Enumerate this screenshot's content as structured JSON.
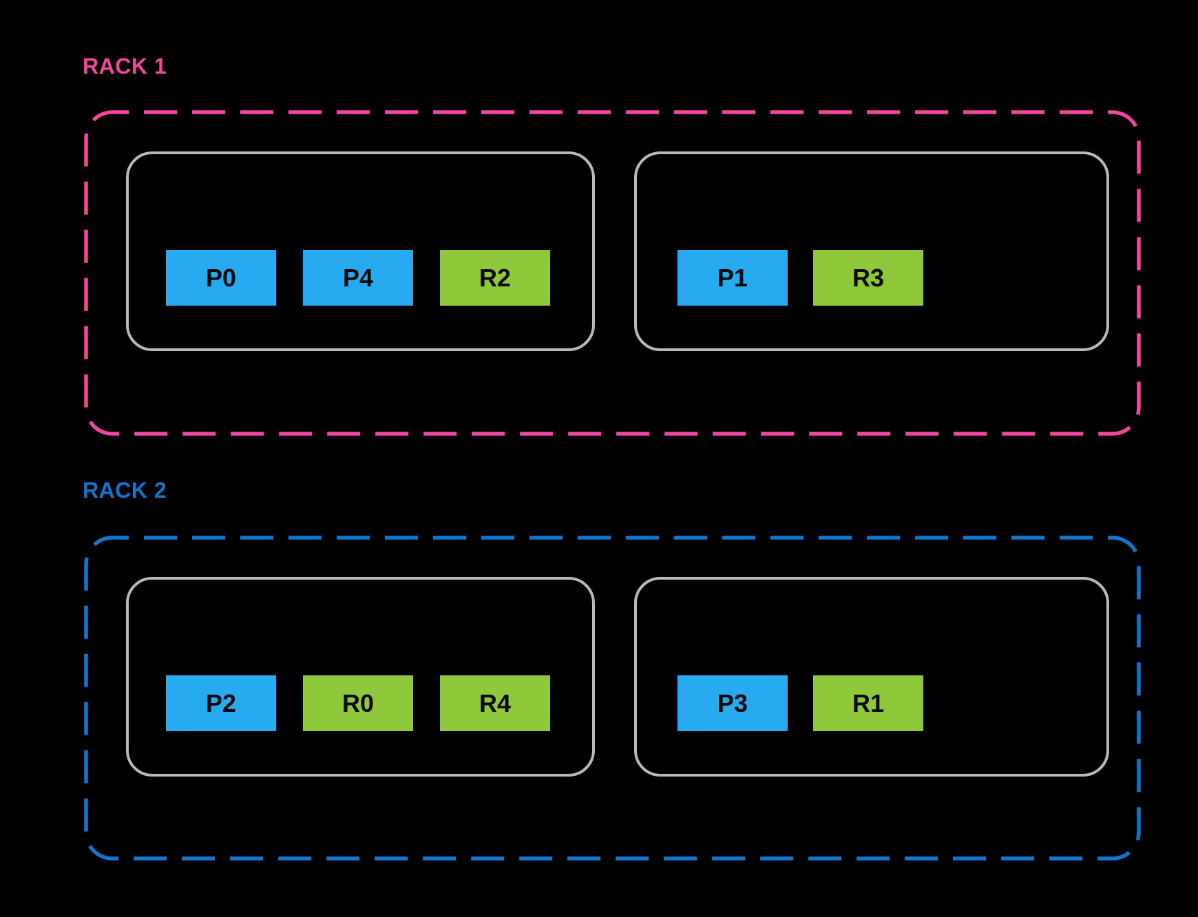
{
  "diagram": {
    "background_color": "#000000",
    "host_border_color": "#B9B9B9",
    "primary_block_color": "#27AAF0",
    "replica_block_color": "#90C83C",
    "block_text_color": "#0A0A0A"
  },
  "racks": [
    {
      "label": "RACK 1",
      "accent_color": "#F2479C",
      "hosts": [
        {
          "slots": [
            {
              "label": "P0",
              "type": "primary"
            },
            {
              "label": "P4",
              "type": "primary"
            },
            {
              "label": "R2",
              "type": "replica"
            }
          ]
        },
        {
          "slots": [
            {
              "label": "P1",
              "type": "primary"
            },
            {
              "label": "R3",
              "type": "replica"
            }
          ]
        }
      ]
    },
    {
      "label": "RACK 2",
      "accent_color": "#1376CE",
      "hosts": [
        {
          "slots": [
            {
              "label": "P2",
              "type": "primary"
            },
            {
              "label": "R0",
              "type": "replica"
            },
            {
              "label": "R4",
              "type": "replica"
            }
          ]
        },
        {
          "slots": [
            {
              "label": "P3",
              "type": "primary"
            },
            {
              "label": "R1",
              "type": "replica"
            }
          ]
        }
      ]
    }
  ]
}
